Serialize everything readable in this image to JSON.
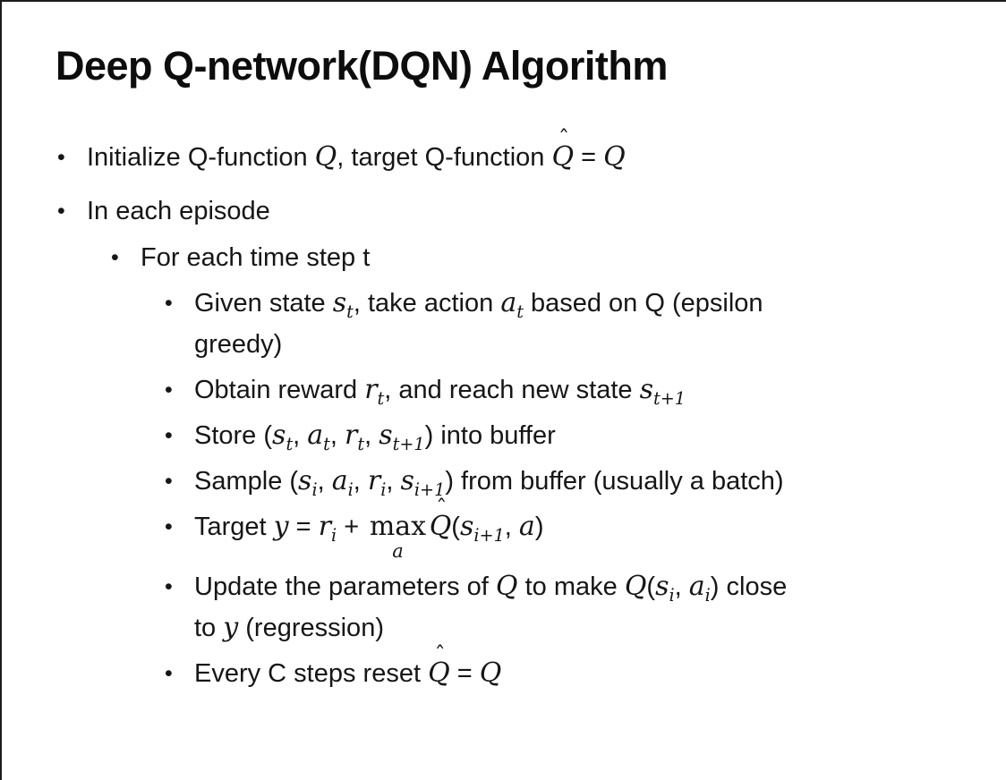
{
  "slide": {
    "title": "Deep Q-network(DQN) Algorithm",
    "bullet_char": "•",
    "bullets": [
      {
        "level": 1,
        "segments": [
          {
            "t": "text",
            "v": "Initialize Q-function "
          },
          {
            "t": "var",
            "v": "Q"
          },
          {
            "t": "text",
            "v": ", target Q-function "
          },
          {
            "t": "hatvar",
            "v": "Q"
          },
          {
            "t": "text",
            "v": " = "
          },
          {
            "t": "var",
            "v": "Q"
          }
        ]
      },
      {
        "level": 1,
        "segments": [
          {
            "t": "text",
            "v": "In each episode"
          }
        ]
      },
      {
        "level": 2,
        "segments": [
          {
            "t": "text",
            "v": "For each time step t"
          }
        ]
      },
      {
        "level": 3,
        "segments": [
          {
            "t": "text",
            "v": "Given state "
          },
          {
            "t": "var",
            "v": "s",
            "sub": "t"
          },
          {
            "t": "text",
            "v": ", take action "
          },
          {
            "t": "var",
            "v": "a",
            "sub": "t"
          },
          {
            "t": "text",
            "v": " based on Q (epsilon"
          },
          {
            "t": "br"
          },
          {
            "t": "text",
            "v": "greedy)"
          }
        ]
      },
      {
        "level": 3,
        "segments": [
          {
            "t": "text",
            "v": "Obtain reward "
          },
          {
            "t": "var",
            "v": "r",
            "sub": "t"
          },
          {
            "t": "text",
            "v": ", and reach new state "
          },
          {
            "t": "var",
            "v": "s",
            "sub": "t+1"
          }
        ]
      },
      {
        "level": 3,
        "segments": [
          {
            "t": "text",
            "v": "Store ("
          },
          {
            "t": "var",
            "v": "s",
            "sub": "t"
          },
          {
            "t": "text",
            "v": ", "
          },
          {
            "t": "var",
            "v": "a",
            "sub": "t"
          },
          {
            "t": "text",
            "v": ", "
          },
          {
            "t": "var",
            "v": "r",
            "sub": "t"
          },
          {
            "t": "text",
            "v": ", "
          },
          {
            "t": "var",
            "v": "s",
            "sub": "t+1"
          },
          {
            "t": "text",
            "v": ") into buffer"
          }
        ]
      },
      {
        "level": 3,
        "segments": [
          {
            "t": "text",
            "v": "Sample ("
          },
          {
            "t": "var",
            "v": "s",
            "sub": "i"
          },
          {
            "t": "text",
            "v": ", "
          },
          {
            "t": "var",
            "v": "a",
            "sub": "i"
          },
          {
            "t": "text",
            "v": ", "
          },
          {
            "t": "var",
            "v": "r",
            "sub": "i"
          },
          {
            "t": "text",
            "v": ", "
          },
          {
            "t": "var",
            "v": "s",
            "sub": "i+1"
          },
          {
            "t": "text",
            "v": ") from buffer (usually a batch)"
          }
        ]
      },
      {
        "level": 3,
        "segments": [
          {
            "t": "text",
            "v": "Target "
          },
          {
            "t": "var",
            "v": "y"
          },
          {
            "t": "text",
            "v": " = "
          },
          {
            "t": "var",
            "v": "r",
            "sub": "i"
          },
          {
            "t": "text",
            "v": " + "
          },
          {
            "t": "max",
            "v": "max",
            "under": "a"
          },
          {
            "t": "hatvar",
            "v": "Q"
          },
          {
            "t": "text",
            "v": "("
          },
          {
            "t": "var",
            "v": "s",
            "sub": "i+1"
          },
          {
            "t": "text",
            "v": ", "
          },
          {
            "t": "var",
            "v": "a"
          },
          {
            "t": "text",
            "v": ")"
          }
        ]
      },
      {
        "level": 3,
        "segments": [
          {
            "t": "text",
            "v": "Update the parameters of "
          },
          {
            "t": "var",
            "v": "Q"
          },
          {
            "t": "text",
            "v": " to make "
          },
          {
            "t": "var",
            "v": "Q"
          },
          {
            "t": "text",
            "v": "("
          },
          {
            "t": "var",
            "v": "s",
            "sub": "i"
          },
          {
            "t": "text",
            "v": ", "
          },
          {
            "t": "var",
            "v": "a",
            "sub": "i"
          },
          {
            "t": "text",
            "v": ") close"
          },
          {
            "t": "br"
          },
          {
            "t": "text",
            "v": "to "
          },
          {
            "t": "var",
            "v": "y"
          },
          {
            "t": "text",
            "v": " (regression)"
          }
        ]
      },
      {
        "level": 3,
        "segments": [
          {
            "t": "text",
            "v": "Every C steps reset "
          },
          {
            "t": "hatvar",
            "v": "Q"
          },
          {
            "t": "text",
            "v": " = "
          },
          {
            "t": "var",
            "v": "Q"
          }
        ]
      }
    ]
  }
}
